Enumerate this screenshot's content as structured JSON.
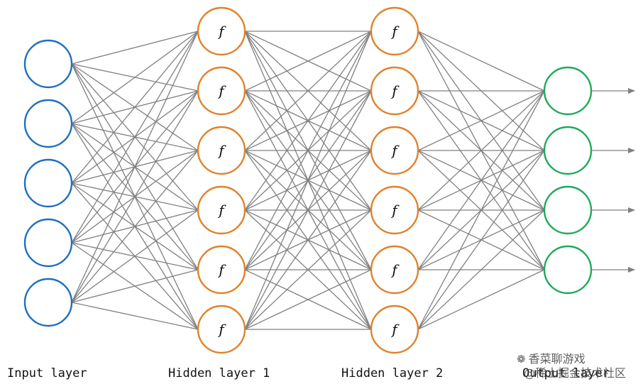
{
  "diagram": {
    "layers": [
      {
        "name": "input",
        "label": "Input layer",
        "nodes": 5,
        "color": "#1f6fc0",
        "node_text": ""
      },
      {
        "name": "hidden-1",
        "label": "Hidden layer 1",
        "nodes": 6,
        "color": "#e0822a",
        "node_text": "f"
      },
      {
        "name": "hidden-2",
        "label": "Hidden layer 2",
        "nodes": 6,
        "color": "#e0822a",
        "node_text": "f"
      },
      {
        "name": "output",
        "label": "Output layer",
        "nodes": 4,
        "color": "#1faa5a",
        "node_text": ""
      }
    ],
    "edge_color": "#808080",
    "connectivity": "fully-connected",
    "output_arrows": true
  },
  "watermark": {
    "icon": "wechat-icon",
    "line1": "香菜聊游戏",
    "line2": "@稀土掘金技术社区"
  }
}
